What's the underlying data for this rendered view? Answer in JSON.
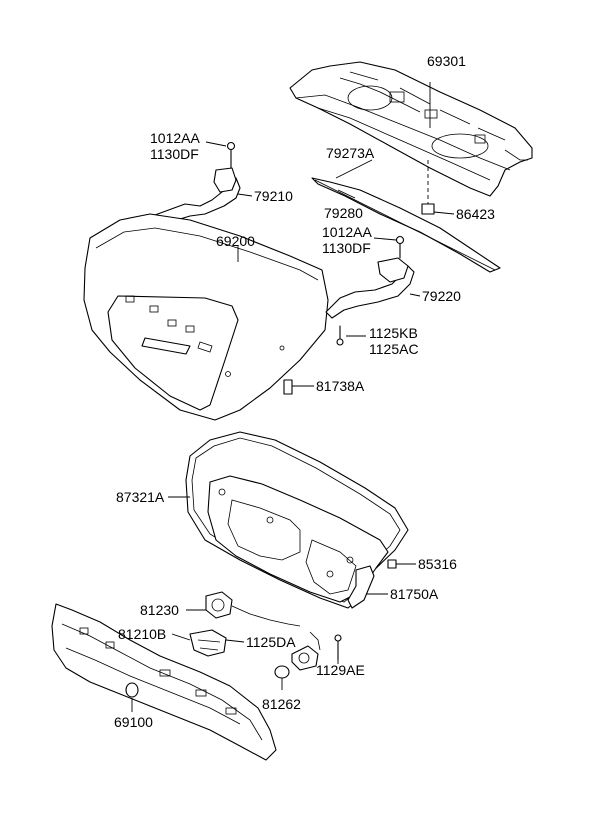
{
  "labels": {
    "p69301": "69301",
    "p1012AA_top": "1012AA",
    "p1130DF_top": "1130DF",
    "p79210": "79210",
    "p79273A": "79273A",
    "p79280": "79280",
    "p86423": "86423",
    "p69200": "69200",
    "p1012AA_mid": "1012AA",
    "p1130DF_mid": "1130DF",
    "p79220": "79220",
    "p1125KB": "1125KB",
    "p1125AC": "1125AC",
    "p81738A": "81738A",
    "p87321A": "87321A",
    "p85316": "85316",
    "p81750A": "81750A",
    "p81230": "81230",
    "p81210B": "81210B",
    "p1125DA": "1125DA",
    "p1129AE": "1129AE",
    "p81262": "81262",
    "p69100": "69100"
  }
}
